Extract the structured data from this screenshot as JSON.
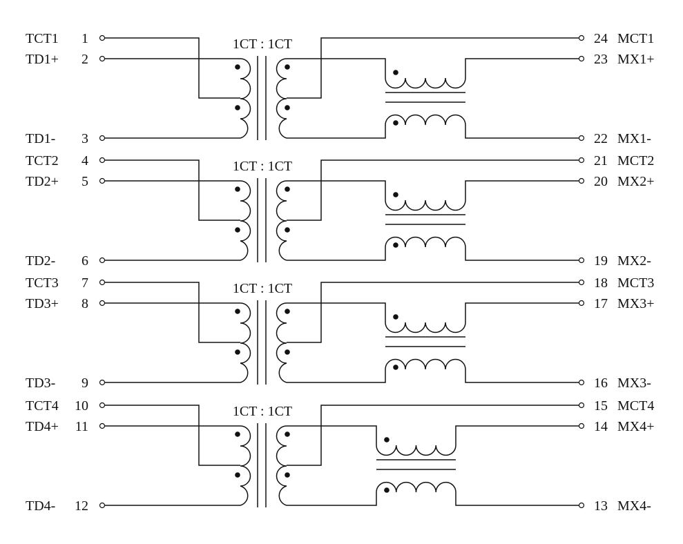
{
  "colors": {
    "ink": "#111111",
    "background": "#ffffff"
  },
  "channels": [
    {
      "ratio": "1CT : 1CT",
      "left": [
        {
          "name": "TCT1",
          "pin": "1"
        },
        {
          "name": "TD1+",
          "pin": "2"
        },
        {
          "name": "TD1-",
          "pin": "3"
        }
      ],
      "right": [
        {
          "pin": "24",
          "name": "MCT1"
        },
        {
          "pin": "23",
          "name": "MX1+"
        },
        {
          "pin": "22",
          "name": "MX1-"
        }
      ]
    },
    {
      "ratio": "1CT : 1CT",
      "left": [
        {
          "name": "TCT2",
          "pin": "4"
        },
        {
          "name": "TD2+",
          "pin": "5"
        },
        {
          "name": "TD2-",
          "pin": "6"
        }
      ],
      "right": [
        {
          "pin": "21",
          "name": "MCT2"
        },
        {
          "pin": "20",
          "name": "MX2+"
        },
        {
          "pin": "19",
          "name": "MX2-"
        }
      ]
    },
    {
      "ratio": "1CT : 1CT",
      "left": [
        {
          "name": "TCT3",
          "pin": "7"
        },
        {
          "name": "TD3+",
          "pin": "8"
        },
        {
          "name": "TD3-",
          "pin": "9"
        }
      ],
      "right": [
        {
          "pin": "18",
          "name": "MCT3"
        },
        {
          "pin": "17",
          "name": "MX3+"
        },
        {
          "pin": "16",
          "name": "MX3-"
        }
      ]
    },
    {
      "ratio": "1CT : 1CT",
      "left": [
        {
          "name": "TCT4",
          "pin": "10"
        },
        {
          "name": "TD4+",
          "pin": "11"
        },
        {
          "name": "TD4-",
          "pin": "12"
        }
      ],
      "right": [
        {
          "pin": "15",
          "name": "MCT4"
        },
        {
          "pin": "14",
          "name": "MX4+"
        },
        {
          "pin": "13",
          "name": "MX4-"
        }
      ]
    }
  ]
}
